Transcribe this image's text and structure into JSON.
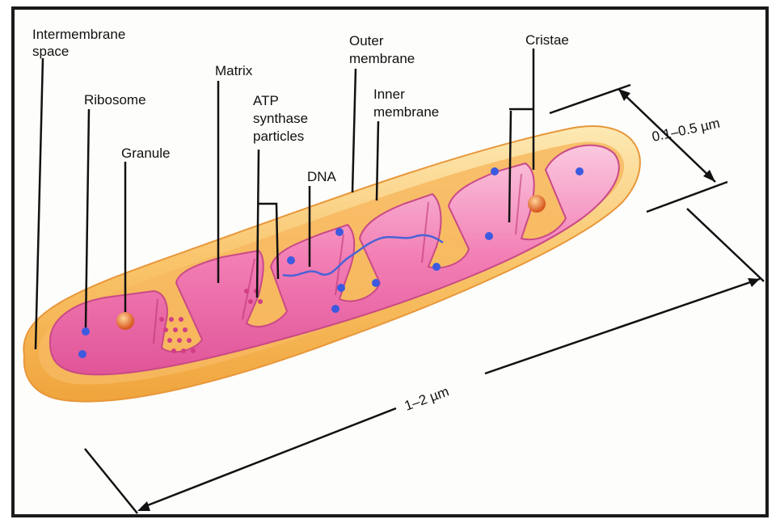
{
  "labels": {
    "intermembrane_1": "Intermembrane",
    "intermembrane_2": "space",
    "ribosome": "Ribosome",
    "granule": "Granule",
    "matrix": "Matrix",
    "atp_1": "ATP",
    "atp_2": "synthase",
    "atp_3": "particles",
    "dna": "DNA",
    "outer_1": "Outer",
    "outer_2": "membrane",
    "inner_1": "Inner",
    "inner_2": "membrane",
    "cristae": "Cristae"
  },
  "dimensions": {
    "width": "0.1–0.5 µm",
    "length": "1–2 µm"
  },
  "colors": {
    "outer_membrane": "#f6b04a",
    "outer_membrane_light": "#fde0a0",
    "intermembrane": "#fbd27e",
    "matrix": "#f07ab2",
    "matrix_light": "#fbb2d4",
    "matrix_dark": "#d9488c",
    "ribosome": "#3c5adf",
    "granule": "#e8713a",
    "dna": "#4a63d6"
  }
}
